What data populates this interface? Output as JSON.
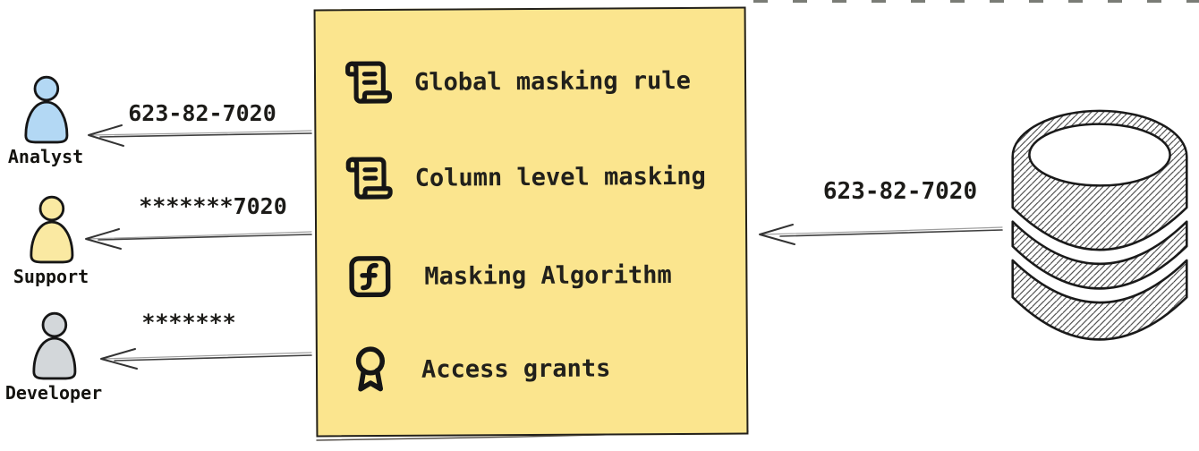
{
  "diagram": {
    "personas": [
      {
        "name": "Analyst",
        "masked_value": "623-82-7020",
        "fill": "#b3d8f4"
      },
      {
        "name": "Support",
        "masked_value": "*******7020",
        "fill": "#fae9a2"
      },
      {
        "name": "Developer",
        "masked_value": "*******",
        "fill": "#d3d7da"
      }
    ],
    "masking_box": {
      "background": "#fbe58e",
      "items": [
        {
          "icon": "scroll-icon",
          "label": "Global masking rule"
        },
        {
          "icon": "scroll-icon",
          "label": "Column level masking"
        },
        {
          "icon": "function-square-icon",
          "label": "Masking Algorithm"
        },
        {
          "icon": "award-icon",
          "label": "Access grants"
        }
      ]
    },
    "database": {
      "icon": "database-icon",
      "outgoing_value": "623-82-7020"
    }
  }
}
